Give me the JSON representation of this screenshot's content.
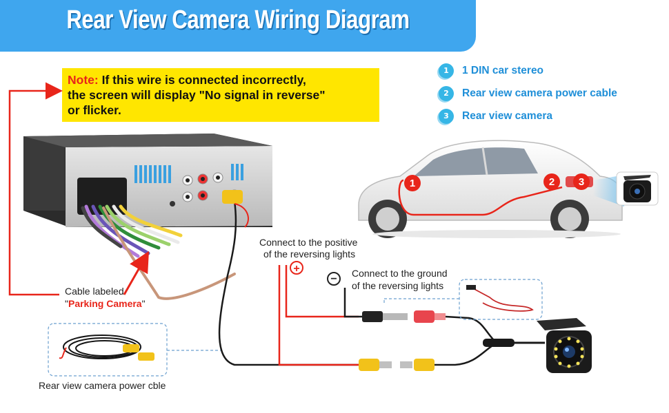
{
  "banner": {
    "title": "Rear View Camera Wiring Diagram"
  },
  "note": {
    "label": "Note:",
    "line1": " If this wire is connected incorrectly,",
    "line2": "the screen will display \"No signal in reverse\"",
    "line3": "or flicker."
  },
  "legend": [
    {
      "num": "1",
      "text": "1 DIN car stereo"
    },
    {
      "num": "2",
      "text": "Rear view camera power cable"
    },
    {
      "num": "3",
      "text": "Rear view camera"
    }
  ],
  "car_markers": [
    "1",
    "2",
    "3"
  ],
  "labels": {
    "positive_line1": "Connect to the positive",
    "positive_line2": "of the reversing lights",
    "ground_line1": "Connect to the ground",
    "ground_line2": "of the reversing lights",
    "cable_line1": "Cable labeled",
    "cable_quote_open": "\"",
    "cable_name": "Parking Camera",
    "cable_quote_close": "\"",
    "power_cable": "Rear view camera power cble"
  },
  "symbols": {
    "plus": "+",
    "minus": "−"
  },
  "colors": {
    "banner": "#3fa6ee",
    "note_bg": "#ffe600",
    "accent_red": "#e8251a",
    "legend_blue": "#1f8fd8",
    "rca_yellow": "#f2c21a"
  }
}
